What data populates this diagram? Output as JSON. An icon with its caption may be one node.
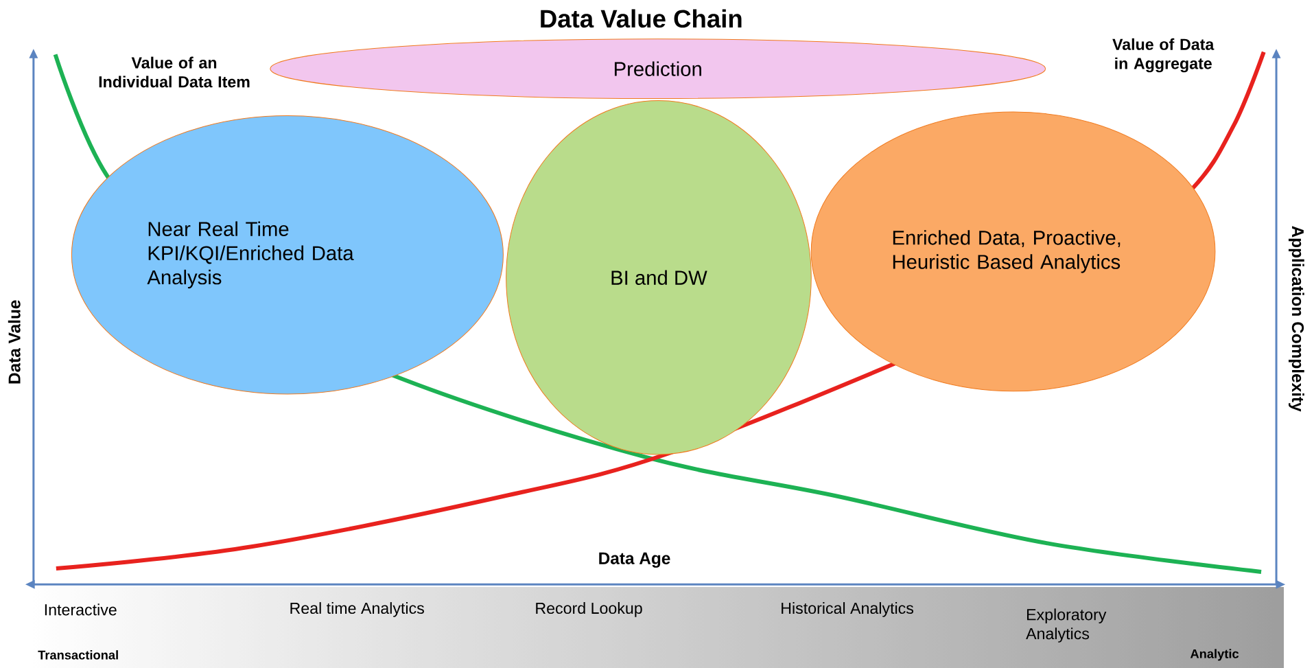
{
  "diagram": {
    "title": "Data Value Chain",
    "nodes": [
      {
        "text": [
          "Prediction"
        ]
      },
      {
        "text": [
          "Near Real Time KPI/KQI/Enriched Data Analysis"
        ]
      },
      {
        "text": [
          "BI and DW"
        ]
      },
      {
        "text": [
          "Enriched Data, Proactive, Heuristic Based Analytics"
        ]
      }
    ],
    "labels": [
      "Value of an Individual Data Item",
      "Value of Data in Aggregate",
      "Data Value",
      "Application Complexity",
      "Data Age",
      "Interactive",
      "Real time Analytics",
      "Record Lookup",
      "Historical Analytics",
      "Exploratory Analytics",
      "Transactional",
      "Analytic"
    ]
  }
}
